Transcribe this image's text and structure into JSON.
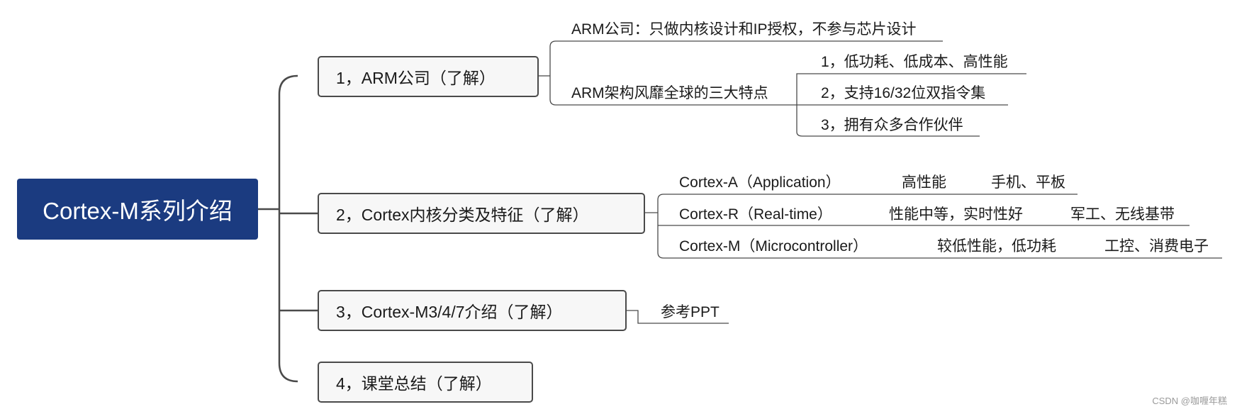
{
  "root": {
    "label": "Cortex-M系列介绍"
  },
  "branches": [
    {
      "label": "1，ARM公司（了解）",
      "leaves": [
        "ARM公司：只做内核设计和IP授权，不参与芯片设计",
        "ARM架构风靡全球的三大特点"
      ],
      "features": [
        "1，低功耗、低成本、高性能",
        "2，支持16/32位双指令集",
        "3，拥有众多合作伙伴"
      ]
    },
    {
      "label": "2，Cortex内核分类及特征（了解）",
      "rows": [
        {
          "name": "Cortex-A（Application）",
          "feature": "高性能",
          "use": "手机、平板"
        },
        {
          "name": "Cortex-R（Real-time）",
          "feature": "性能中等，实时性好",
          "use": "军工、无线基带"
        },
        {
          "name": "Cortex-M（Microcontroller）",
          "feature": "较低性能，低功耗",
          "use": "工控、消费电子"
        }
      ]
    },
    {
      "label": "3，Cortex-M3/4/7介绍（了解）",
      "leaves": [
        "参考PPT"
      ]
    },
    {
      "label": "4，课堂总结（了解）"
    }
  ],
  "watermark": "CSDN @咖喱年糕",
  "colors": {
    "root_bg": "#1b3b80",
    "line": "#4a4a4a",
    "branch_bg": "#f7f7f7"
  }
}
